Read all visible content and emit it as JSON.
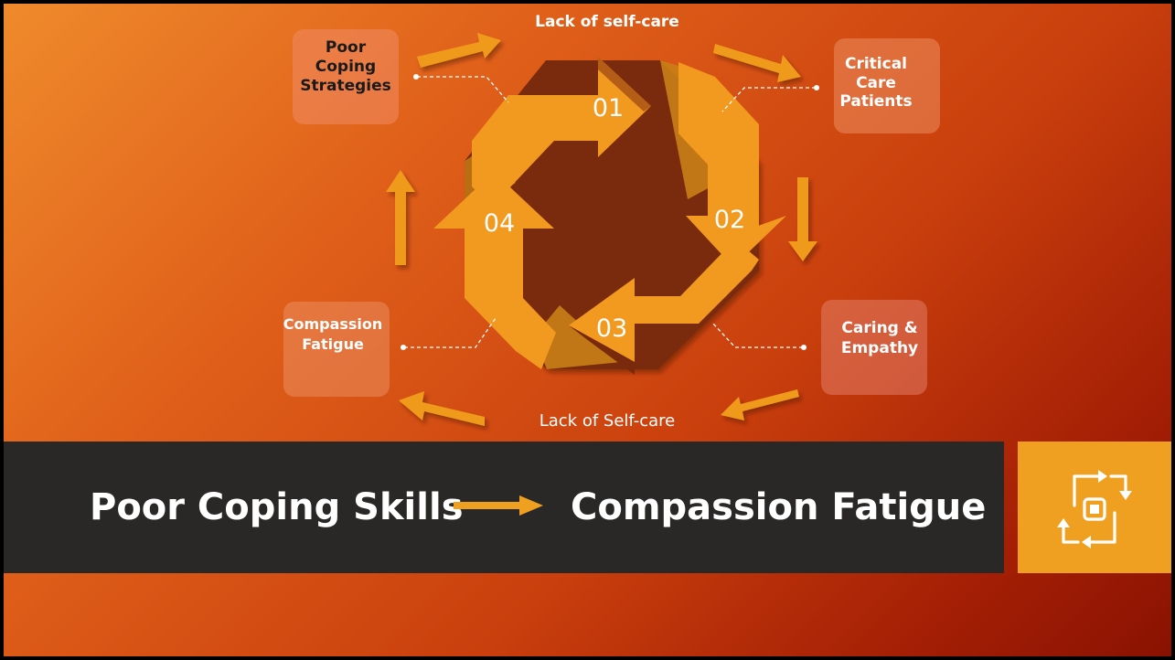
{
  "diagram": {
    "top_label": "Lack of self-care",
    "bottom_label": "Lack of Self-care",
    "step_01": "01",
    "step_02": "02",
    "step_03": "03",
    "step_04": "04",
    "box_top_left": [
      "Poor",
      "Coping",
      "Strategies"
    ],
    "box_top_right": [
      "Critical",
      "Care",
      "Patients"
    ],
    "box_bottom_left": [
      "Compassion",
      "Fatigue"
    ],
    "box_bottom_right": [
      "Caring &",
      "Empathy"
    ]
  },
  "banner": {
    "left_text": "Poor Coping Skills",
    "right_text": "Compassion Fatigue",
    "icon": "cycle-process-icon"
  },
  "colors": {
    "accent": "#f0a020",
    "arrow_orange": "#f2991f",
    "arrow_dark": "#7a2a0c",
    "banner_bg": "#2a2826",
    "text_white": "#ffffff"
  }
}
